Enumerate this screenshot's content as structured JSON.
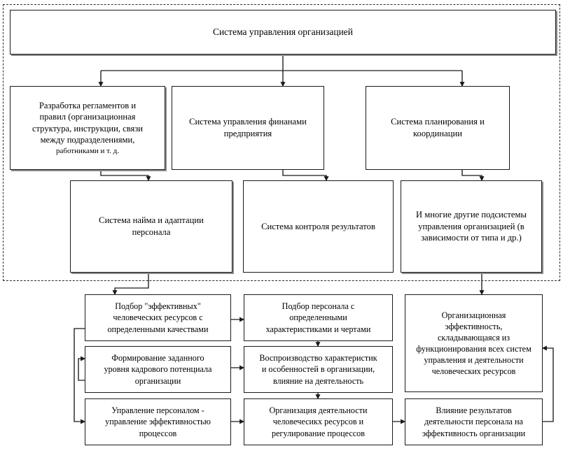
{
  "diagram": {
    "title_box": {
      "label": "Система управления организацией"
    },
    "dashed_region": {
      "name": "management-system-scope"
    },
    "level2": [
      {
        "id": "regulations",
        "label": "Разработка регламентов и\nправил (организационная\nструктура, инструкции, связи\nмежду подразделениями,",
        "sub": "работниками  и т. д."
      },
      {
        "id": "finance",
        "label": "Система управления финанами\nпредприятия"
      },
      {
        "id": "planning",
        "label": "Система планирования и\nкоординации"
      }
    ],
    "level3": [
      {
        "id": "hiring",
        "label": "Система найма и адаптации\nперсонала"
      },
      {
        "id": "control",
        "label": "Система контроля результатов"
      },
      {
        "id": "other",
        "label": "И многие другие подсистемы\nуправления организацией (в\nзависимости от типа и др.)"
      }
    ],
    "level4": [
      {
        "id": "selection-effective",
        "label": "Подбор \"эффективных\"\nчеловеческих ресурсов с\nопределенными качествами"
      },
      {
        "id": "selection-characteristics",
        "label": "Подбор персонала с\nопределенными\nхарактеристиками и чертами"
      },
      {
        "id": "org-effectiveness",
        "label": "Организационная\nэффективность,\nскладывающаяся из\nфункционирования всех систем\nуправления и деятельности\nчеловеческих ресурсов"
      },
      {
        "id": "hr-potential",
        "label": "Формирование заданного\nуровня кадрового потенциала\nорганизации"
      },
      {
        "id": "reproduction",
        "label": "Воспроизводство характеристик\nи особенностей в организации,\nвлияние на деятельность"
      },
      {
        "id": "personnel-management",
        "label": "Управление персоналом -\nуправление эффективностью\nпроцессов"
      },
      {
        "id": "activity-organization",
        "label": "Организация деятельности\nчеловечесикх ресурсов и\nрегулирование процессов"
      },
      {
        "id": "results-impact",
        "label": "Влияние результатов\nдеятельности персонала на\nэффективность организации"
      }
    ],
    "colors": {
      "line": "#1a1a1a",
      "shadow": "#8c8c8c",
      "dashed_border": "#2b2b2b",
      "background": "#ffffff"
    }
  }
}
